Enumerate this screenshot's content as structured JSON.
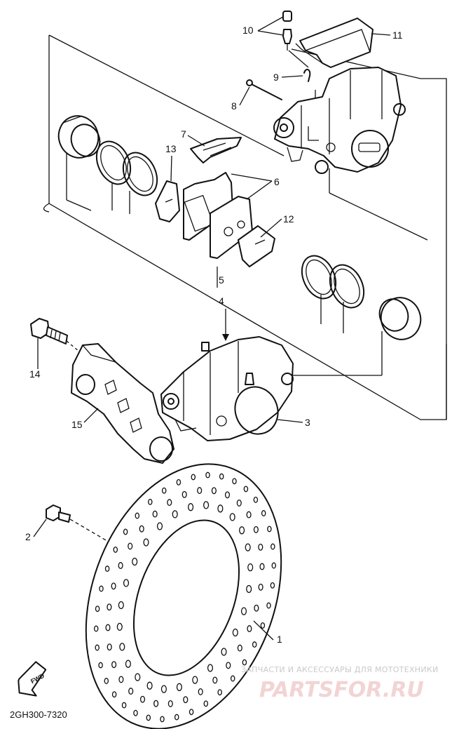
{
  "diagram": {
    "callouts": [
      {
        "id": "1",
        "label": "1"
      },
      {
        "id": "2",
        "label": "2"
      },
      {
        "id": "3",
        "label": "3"
      },
      {
        "id": "4",
        "label": "4"
      },
      {
        "id": "5",
        "label": "5"
      },
      {
        "id": "6",
        "label": "6"
      },
      {
        "id": "7",
        "label": "7"
      },
      {
        "id": "8",
        "label": "8"
      },
      {
        "id": "9",
        "label": "9"
      },
      {
        "id": "10",
        "label": "10"
      },
      {
        "id": "11",
        "label": "11"
      },
      {
        "id": "12",
        "label": "12"
      },
      {
        "id": "13",
        "label": "13"
      },
      {
        "id": "14",
        "label": "14"
      },
      {
        "id": "15",
        "label": "15"
      }
    ],
    "direction_label": "FWD",
    "diagram_code": "2GH300-7320"
  },
  "watermark": {
    "tagline": "ЗАПЧАСТИ И АКСЕССУАРЫ ДЛЯ МОТОТЕХНИКИ",
    "brand": "PARTSFOR.RU"
  }
}
